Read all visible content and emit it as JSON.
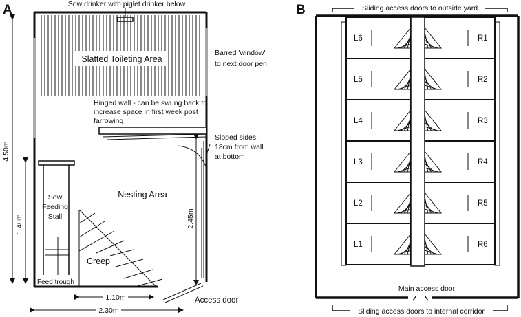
{
  "panel_a": {
    "letter": "A",
    "sow_drinker": "Sow drinker with piglet drinker below",
    "slatted_area": "Slatted Toileting Area",
    "barred_window_line1": "Barred 'window'",
    "barred_window_line2": "to next door pen",
    "hinged_wall_line1": "Hinged wall - can be swung back to",
    "hinged_wall_line2": "increase space in first week post",
    "hinged_wall_line3": "farrowing",
    "sloped_line1": "Sloped sides;",
    "sloped_line2": "18cm from wall",
    "sloped_line3": "at bottom",
    "nesting_area": "Nesting Area",
    "sow_feeding_line1": "Sow",
    "sow_feeding_line2": "Feeding",
    "sow_feeding_line3": "Stall",
    "creep": "Creep",
    "feed_trough": "Feed trough",
    "access_door": "Access door",
    "dim_total_height": "4.50m",
    "dim_stall_height": "1.40m",
    "dim_nest_height": "2.45m",
    "dim_door_width": "1.10m",
    "dim_total_width": "2.30m"
  },
  "panel_b": {
    "letter": "B",
    "top_doors": "Sliding access doors to outside yard",
    "bottom_doors": "Sliding access doors to internal corridor",
    "main_door": "Main access door",
    "left_pens": [
      "L6",
      "L5",
      "L4",
      "L3",
      "L2",
      "L1"
    ],
    "right_pens": [
      "R1",
      "R2",
      "R3",
      "R4",
      "R5",
      "R6"
    ]
  },
  "colors": {
    "line": "#111111",
    "window": "#aaaaaa",
    "background": "#ffffff"
  }
}
